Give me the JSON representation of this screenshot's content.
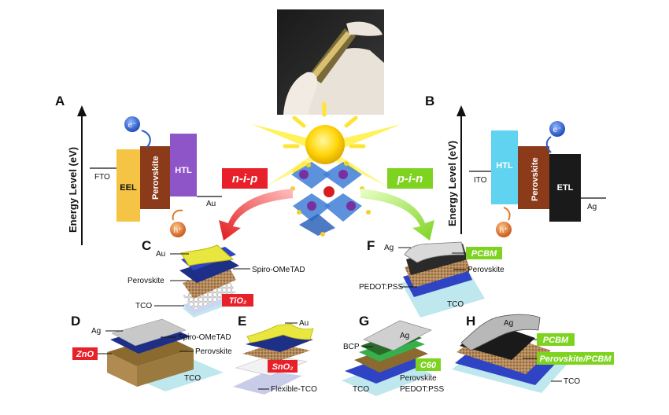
{
  "panels": {
    "A": "A",
    "B": "B",
    "C": "C",
    "D": "D",
    "E": "E",
    "F": "F",
    "G": "G",
    "H": "H"
  },
  "axis_label": "Energy Level (eV)",
  "panel_a": {
    "fto": "FTO",
    "eel": "EEL",
    "perovskite": "Perovskite",
    "htl": "HTL",
    "au": "Au",
    "electron": "e⁻",
    "hole": "h⁺"
  },
  "panel_b": {
    "ito": "ITO",
    "htl": "HTL",
    "perovskite": "Perovskite",
    "etl": "ETL",
    "ag": "Ag",
    "electron": "e⁻",
    "hole": "h⁺"
  },
  "center": {
    "nip": "n-i-p",
    "pin": "p-i-n"
  },
  "panel_c": {
    "au": "Au",
    "spiro": "Spiro-OMeTAD",
    "perovskite": "Perovskite",
    "tco": "TCO",
    "tio2": "TiO₂"
  },
  "panel_d": {
    "ag": "Ag",
    "spiro": "Spiro-OMeTAD",
    "zno": "ZnO",
    "perovskite": "Perovskite",
    "tco": "TCO"
  },
  "panel_e": {
    "au": "Au",
    "sno2": "SnO₂",
    "flex": "Flexible-TCO"
  },
  "panel_f": {
    "ag": "Ag",
    "pcbm": "PCBM",
    "perovskite": "Perovskite",
    "pedot": "PEDOT:PSS",
    "tco": "TCO"
  },
  "panel_g": {
    "ag": "Ag",
    "bcp": "BCP",
    "c60": "C60",
    "perovskite": "Perovskite",
    "tco": "TCO",
    "pedot": "PEDOT:PSS"
  },
  "panel_h": {
    "ag": "Ag",
    "pcbm": "PCBM",
    "pvk_pcbm": "Perovskite/PCBM",
    "tco": "TCO"
  },
  "colors": {
    "red_tag": "#e8202a",
    "green_tag": "#7ed321",
    "eel": "#f6c445",
    "perovskite": "#8b3a1a",
    "htl": "#8e55c8",
    "htl_b": "#5fd3f0",
    "etl": "#1a1a1a",
    "electron": "#2c5cc7",
    "hole": "#e07a2a"
  }
}
